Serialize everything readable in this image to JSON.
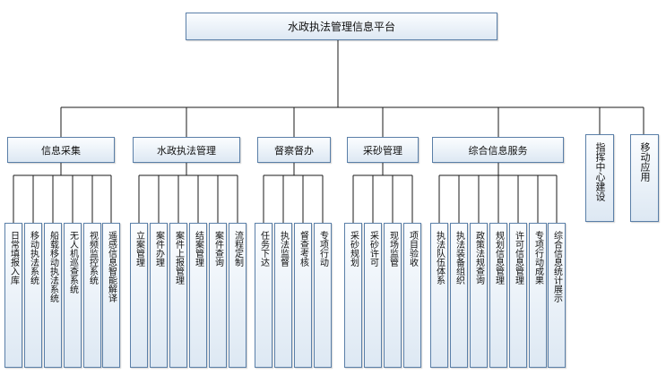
{
  "root": {
    "label": "水政执法管理信息平台"
  },
  "categories": [
    {
      "label": "信息采集",
      "children": [
        "日常填报入库",
        "移动执法系统",
        "船载移动执法系统",
        "无人机巡查系统",
        "视频监控系统",
        "遥感信息智能解译"
      ]
    },
    {
      "label": "水政执法管理",
      "children": [
        "立案管理",
        "案件办理",
        "案件上报管理",
        "结案管理",
        "案件查询",
        "流程定制"
      ]
    },
    {
      "label": "督察督办",
      "children": [
        "任务下达",
        "执法监督",
        "督查考核",
        "专项行动"
      ]
    },
    {
      "label": "采砂管理",
      "children": [
        "采砂规划",
        "采砂许可",
        "现场监管",
        "项目验收"
      ]
    },
    {
      "label": "综合信息服务",
      "children": [
        "执法队伍体系",
        "执法装备组织",
        "政策法规查询",
        "规划信息管理",
        "许可信息管理",
        "专项行动成果",
        "综合信息统计展示"
      ]
    },
    {
      "label": "指挥中心建设",
      "children": []
    },
    {
      "label": "移动应用",
      "children": []
    }
  ]
}
